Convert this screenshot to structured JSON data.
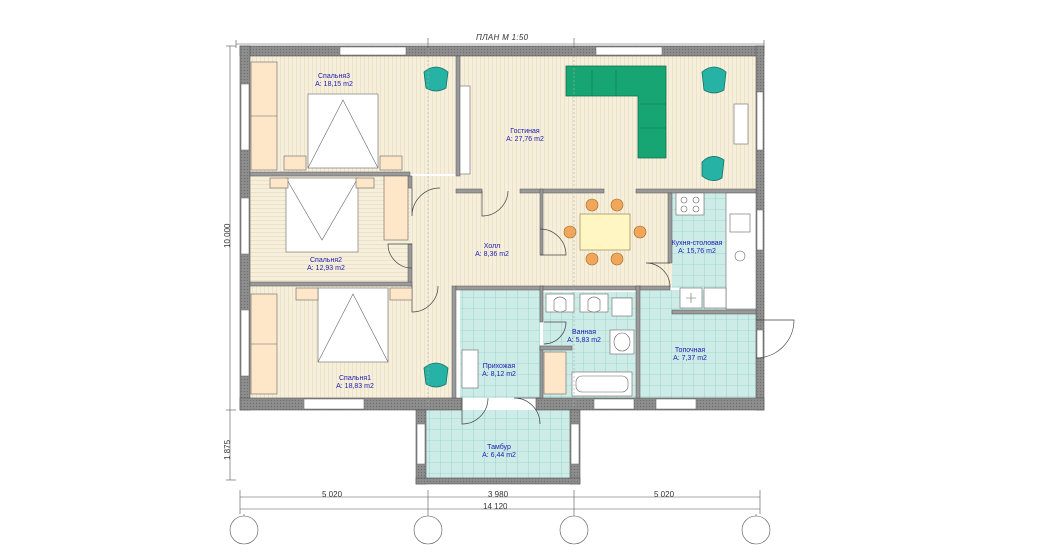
{
  "plan_title": "ПЛАН М 1:50",
  "rooms": [
    {
      "name": "Спальня3",
      "area": "А: 18,15 m2"
    },
    {
      "name": "Гостиная",
      "area": "А: 27,76 m2"
    },
    {
      "name": "Спальня2",
      "area": "А: 12,93 m2"
    },
    {
      "name": "Холл",
      "area": "А: 8,36 m2"
    },
    {
      "name": "Кухня-столовая",
      "area": "А: 15,76 m2"
    },
    {
      "name": "Ванная",
      "area": "А: 5,83 m2"
    },
    {
      "name": "Спальня1",
      "area": "А: 18,83 m2"
    },
    {
      "name": "Прихожая",
      "area": "А: 8,12 m2"
    },
    {
      "name": "Топочная",
      "area": "А: 7,37 m2"
    },
    {
      "name": "Тамбур",
      "area": "А: 6,44 m2"
    }
  ],
  "dimensions": {
    "segment_left": "5 020",
    "segment_middle": "3 980",
    "segment_right": "5 020",
    "overall_width": "14 120",
    "height_main": "10 000",
    "height_vestibule": "1 875"
  },
  "colors": {
    "wall": "#8a8a8a",
    "wood_floor": "#f4ecd8",
    "tile_floor": "#cdece7",
    "sofa": "#17a673",
    "chair": "#26b3a5",
    "label_text": "#1c1cb0"
  }
}
